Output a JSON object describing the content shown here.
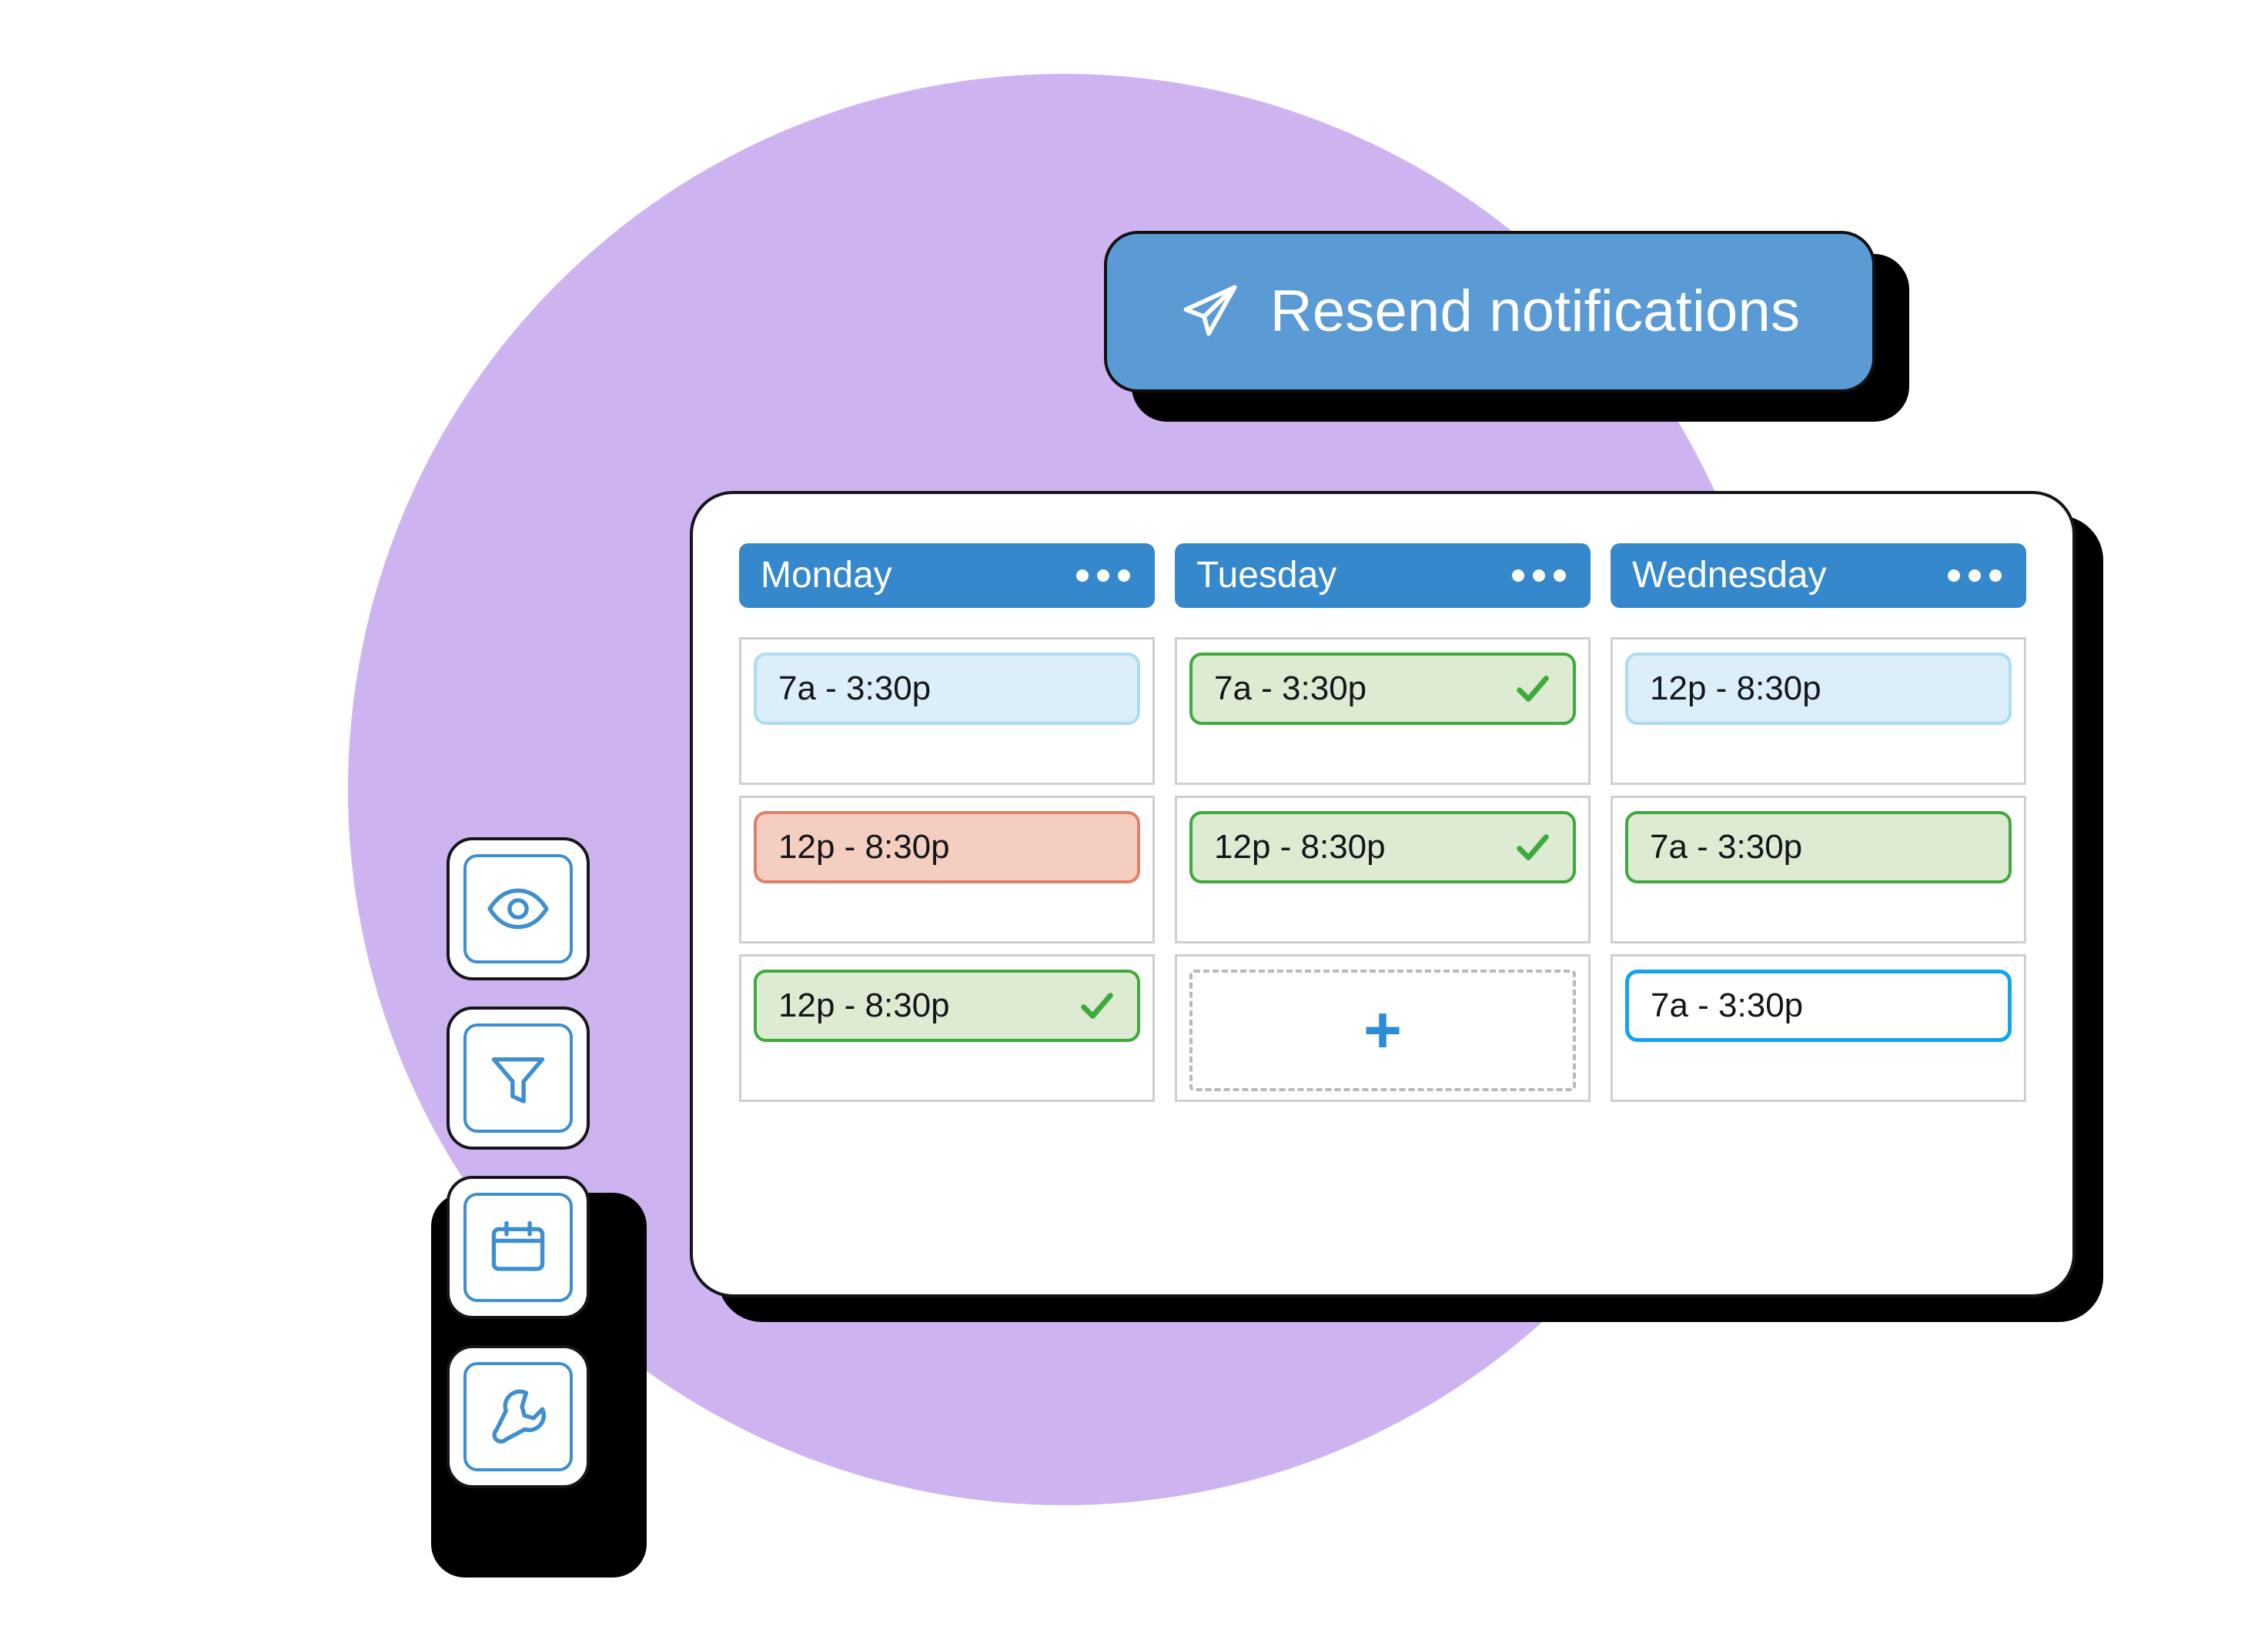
{
  "theme": {
    "purple_circle": "#CDB4F0",
    "primary_blue": "#3588CB",
    "button_blue": "#5A9BD5",
    "green_border": "#3EAA3E",
    "green_fill": "#DCEBD2",
    "blue_fill": "#DCEEF9",
    "blue_border": "#ABDCF2",
    "red_fill": "#F4CEC0",
    "red_border": "#E0806A",
    "outline_blue": "#12A5ED",
    "shadow": "#000000"
  },
  "resend_button": {
    "label": "Resend notifications",
    "icon": "paper-plane-icon"
  },
  "calendar": {
    "columns": [
      {
        "day": "Monday",
        "menu_icon": "ellipsis-icon",
        "slots": [
          {
            "time": "7a - 3:30p",
            "style": "chip-blue",
            "confirmed": false
          },
          {
            "time": "12p - 8:30p",
            "style": "chip-red",
            "confirmed": false
          },
          {
            "time": "12p - 8:30p",
            "style": "chip-green",
            "confirmed": true
          }
        ]
      },
      {
        "day": "Tuesday",
        "menu_icon": "ellipsis-icon",
        "slots": [
          {
            "time": "7a - 3:30p",
            "style": "chip-green",
            "confirmed": true
          },
          {
            "time": "12p - 8:30p",
            "style": "chip-green",
            "confirmed": true
          },
          {
            "time": "",
            "style": "add-slot",
            "confirmed": false,
            "add_label": "+"
          }
        ]
      },
      {
        "day": "Wednesday",
        "menu_icon": "ellipsis-icon",
        "slots": [
          {
            "time": "12p - 8:30p",
            "style": "chip-blue",
            "confirmed": false
          },
          {
            "time": "7a - 3:30p",
            "style": "chip-green",
            "confirmed": false
          },
          {
            "time": "7a - 3:30p",
            "style": "chip-outline-blue",
            "confirmed": false
          }
        ]
      }
    ]
  },
  "tool_rail": {
    "buttons": [
      {
        "icon": "eye-icon",
        "name": "preview"
      },
      {
        "icon": "funnel-icon",
        "name": "filter"
      },
      {
        "icon": "calendar-icon",
        "name": "calendar"
      },
      {
        "icon": "wrench-icon",
        "name": "settings"
      }
    ]
  }
}
